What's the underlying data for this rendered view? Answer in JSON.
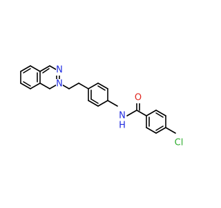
{
  "atom_labels": {
    "n_pyrazine_top": "N",
    "n_pyrazine_bottom": "N",
    "n_amide": "N",
    "h_amide": "H",
    "o_carbonyl": "O",
    "cl": "Cl"
  },
  "colors": {
    "bond": "#000000",
    "nitrogen": "#1f2be0",
    "oxygen": "#e0261f",
    "chlorine": "#2fae2f",
    "background": "#ffffff"
  }
}
